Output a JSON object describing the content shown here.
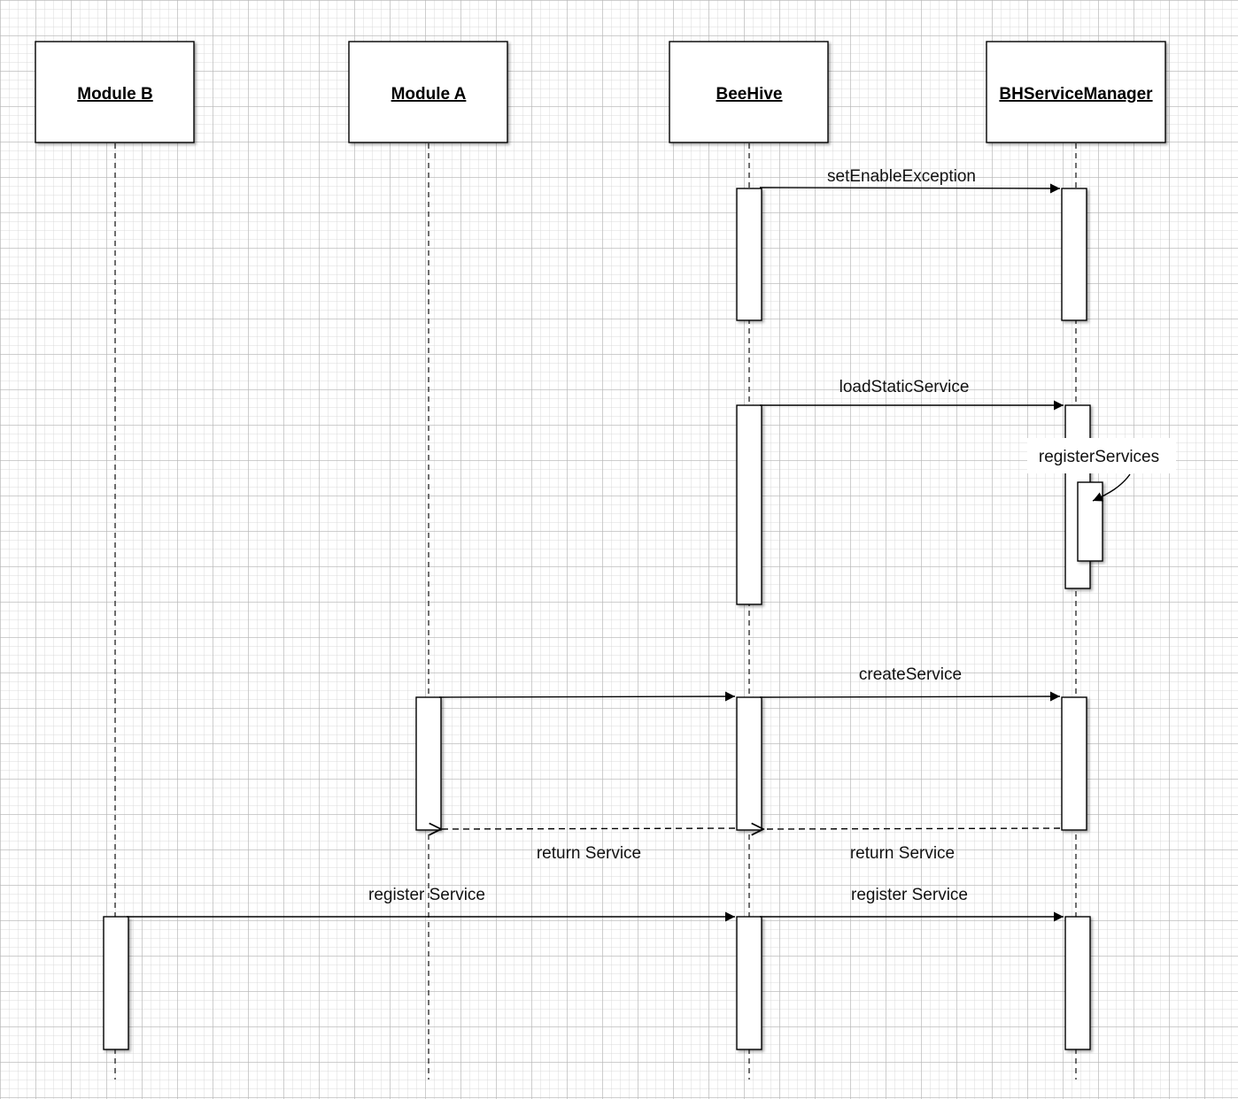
{
  "participants": {
    "module_b": "Module B",
    "module_a": "Module A",
    "beehive": "BeeHive",
    "bh_service_manager": "BHServiceManager"
  },
  "messages": {
    "set_enable_exception": "setEnableException",
    "load_static_service": "loadStaticService",
    "register_services": "registerServices",
    "create_service": "createService",
    "return_service_a": "return Service",
    "return_service_b": "return Service",
    "register_service_b": "register Service",
    "register_service_a": "register Service"
  }
}
